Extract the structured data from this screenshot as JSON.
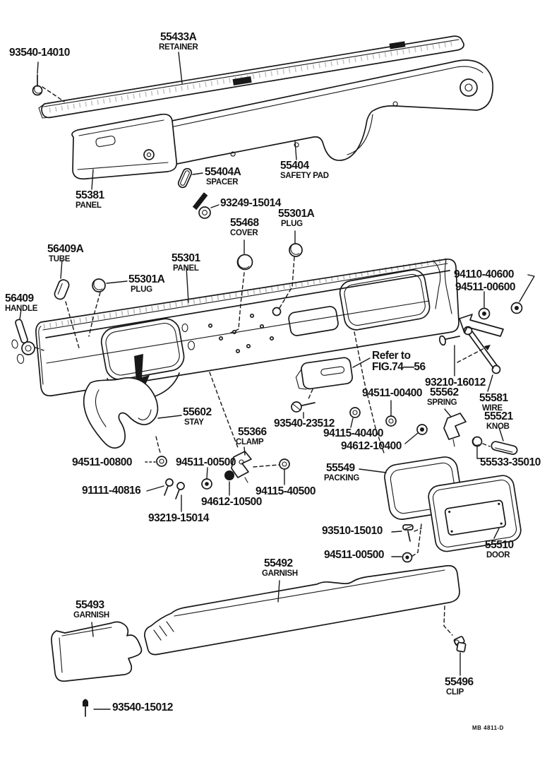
{
  "page": {
    "background": "#ffffff",
    "ink": "#181818",
    "code": "MB 4811-D"
  },
  "callouts": {
    "p93540_14010": {
      "number": "93540-14010"
    },
    "p55433a": {
      "number": "55433A",
      "name": "RETAINER"
    },
    "p55404": {
      "number": "55404",
      "name": "SAFETY PAD"
    },
    "p55404a": {
      "number": "55404A",
      "name": "SPACER"
    },
    "p55381": {
      "number": "55381",
      "name": "PANEL"
    },
    "p93249_15014": {
      "number": "93249-15014"
    },
    "p55468": {
      "number": "55468",
      "name": "COVER"
    },
    "p55301a_right": {
      "number": "55301A",
      "name": "PLUG"
    },
    "p56409a": {
      "number": "56409A",
      "name": "TUBE"
    },
    "p55301": {
      "number": "55301",
      "name": "PANEL"
    },
    "p55301a_left": {
      "number": "55301A",
      "name": "PLUG"
    },
    "p56409": {
      "number": "56409",
      "name": "HANDLE"
    },
    "p94110_40600": {
      "number": "94110-40600"
    },
    "p94511_00600": {
      "number": "94511-00600"
    },
    "refer": {
      "line1": "Refer to",
      "line2": "FIG.74—56"
    },
    "p93210_16012": {
      "number": "93210-16012"
    },
    "p55562": {
      "number": "55562",
      "name": "SPRING"
    },
    "p55581": {
      "number": "55581",
      "name": "WIRE"
    },
    "p55521": {
      "number": "55521",
      "name": "KNOB"
    },
    "p94511_00400": {
      "number": "94511-00400"
    },
    "p93540_23512": {
      "number": "93540-23512"
    },
    "p94115_40400": {
      "number": "94115-40400"
    },
    "p94612_10400": {
      "number": "94612-10400"
    },
    "p55602": {
      "number": "55602",
      "name": "STAY"
    },
    "p55366": {
      "number": "55366",
      "name": "CLAMP"
    },
    "p94511_00800": {
      "number": "94511-00800"
    },
    "p94511_00500_mid": {
      "number": "94511-00500"
    },
    "p91111_40816": {
      "number": "91111-40816"
    },
    "p94612_10500": {
      "number": "94612-10500"
    },
    "p94115_40500": {
      "number": "94115-40500"
    },
    "p93219_15014": {
      "number": "93219-15014"
    },
    "p55549": {
      "number": "55549",
      "name": "PACKING"
    },
    "p55533_35010": {
      "number": "55533-35010"
    },
    "p93510_15010": {
      "number": "93510-15010"
    },
    "p55510": {
      "number": "55510",
      "name": "DOOR"
    },
    "p94511_00500_low": {
      "number": "94511-00500"
    },
    "p55492": {
      "number": "55492",
      "name": "GARNISH"
    },
    "p55493": {
      "number": "55493",
      "name": "GARNISH"
    },
    "p55496": {
      "number": "55496",
      "name": "CLIP"
    },
    "p93540_15012": {
      "number": "93540-15012"
    }
  }
}
